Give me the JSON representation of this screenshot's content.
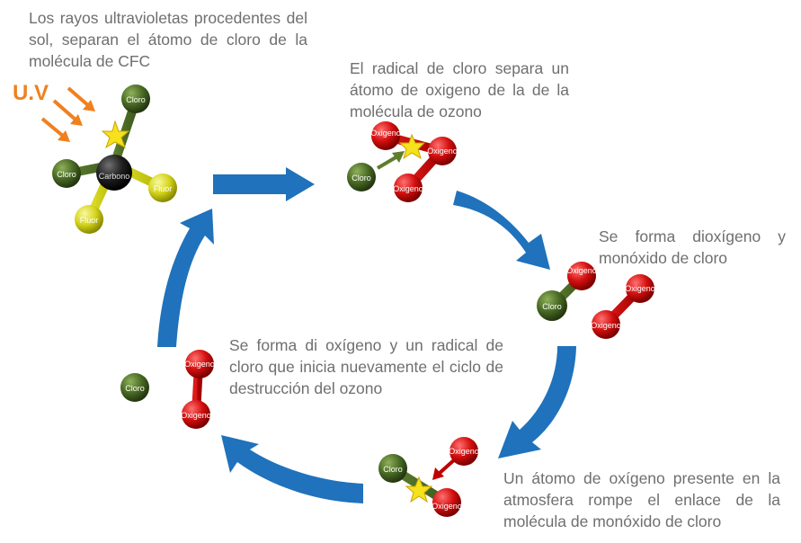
{
  "texts": {
    "step1": "Los rayos ultravioletas procedentes del sol, separan el átomo de cloro de la molécula de CFC",
    "step2": "El radical de cloro separa un átomo de oxigeno de la de la molécula de ozono",
    "step3": "Se forma dioxígeno y monóxido de cloro",
    "step4": "Un átomo de oxígeno presente en la atmosfera rompe el enlace de la molécula de monóxido de cloro",
    "step5": "Se forma di oxígeno y un radical de cloro que inicia nuevamente el ciclo de destrucción del ozono"
  },
  "uv_label": "U.V",
  "atoms": {
    "cloro": "Cloro",
    "carbono": "Carbono",
    "fluor": "Fluor",
    "oxigeno": "Oxigeno"
  },
  "colors": {
    "cycle_arrow": "#1f72bb",
    "uv": "#f0801e",
    "text": "#6f6f6f",
    "chlorine": "#4a6b25",
    "carbon": "#1a1a1a",
    "fluorine": "#d5d51c",
    "oxygen": "#d40f0f",
    "spark": "#f5e11c"
  },
  "icons": {
    "uv_arrows": "orange-arrow-icon",
    "break_spark": "star-burst-icon",
    "cycle": "circular-arrow"
  }
}
